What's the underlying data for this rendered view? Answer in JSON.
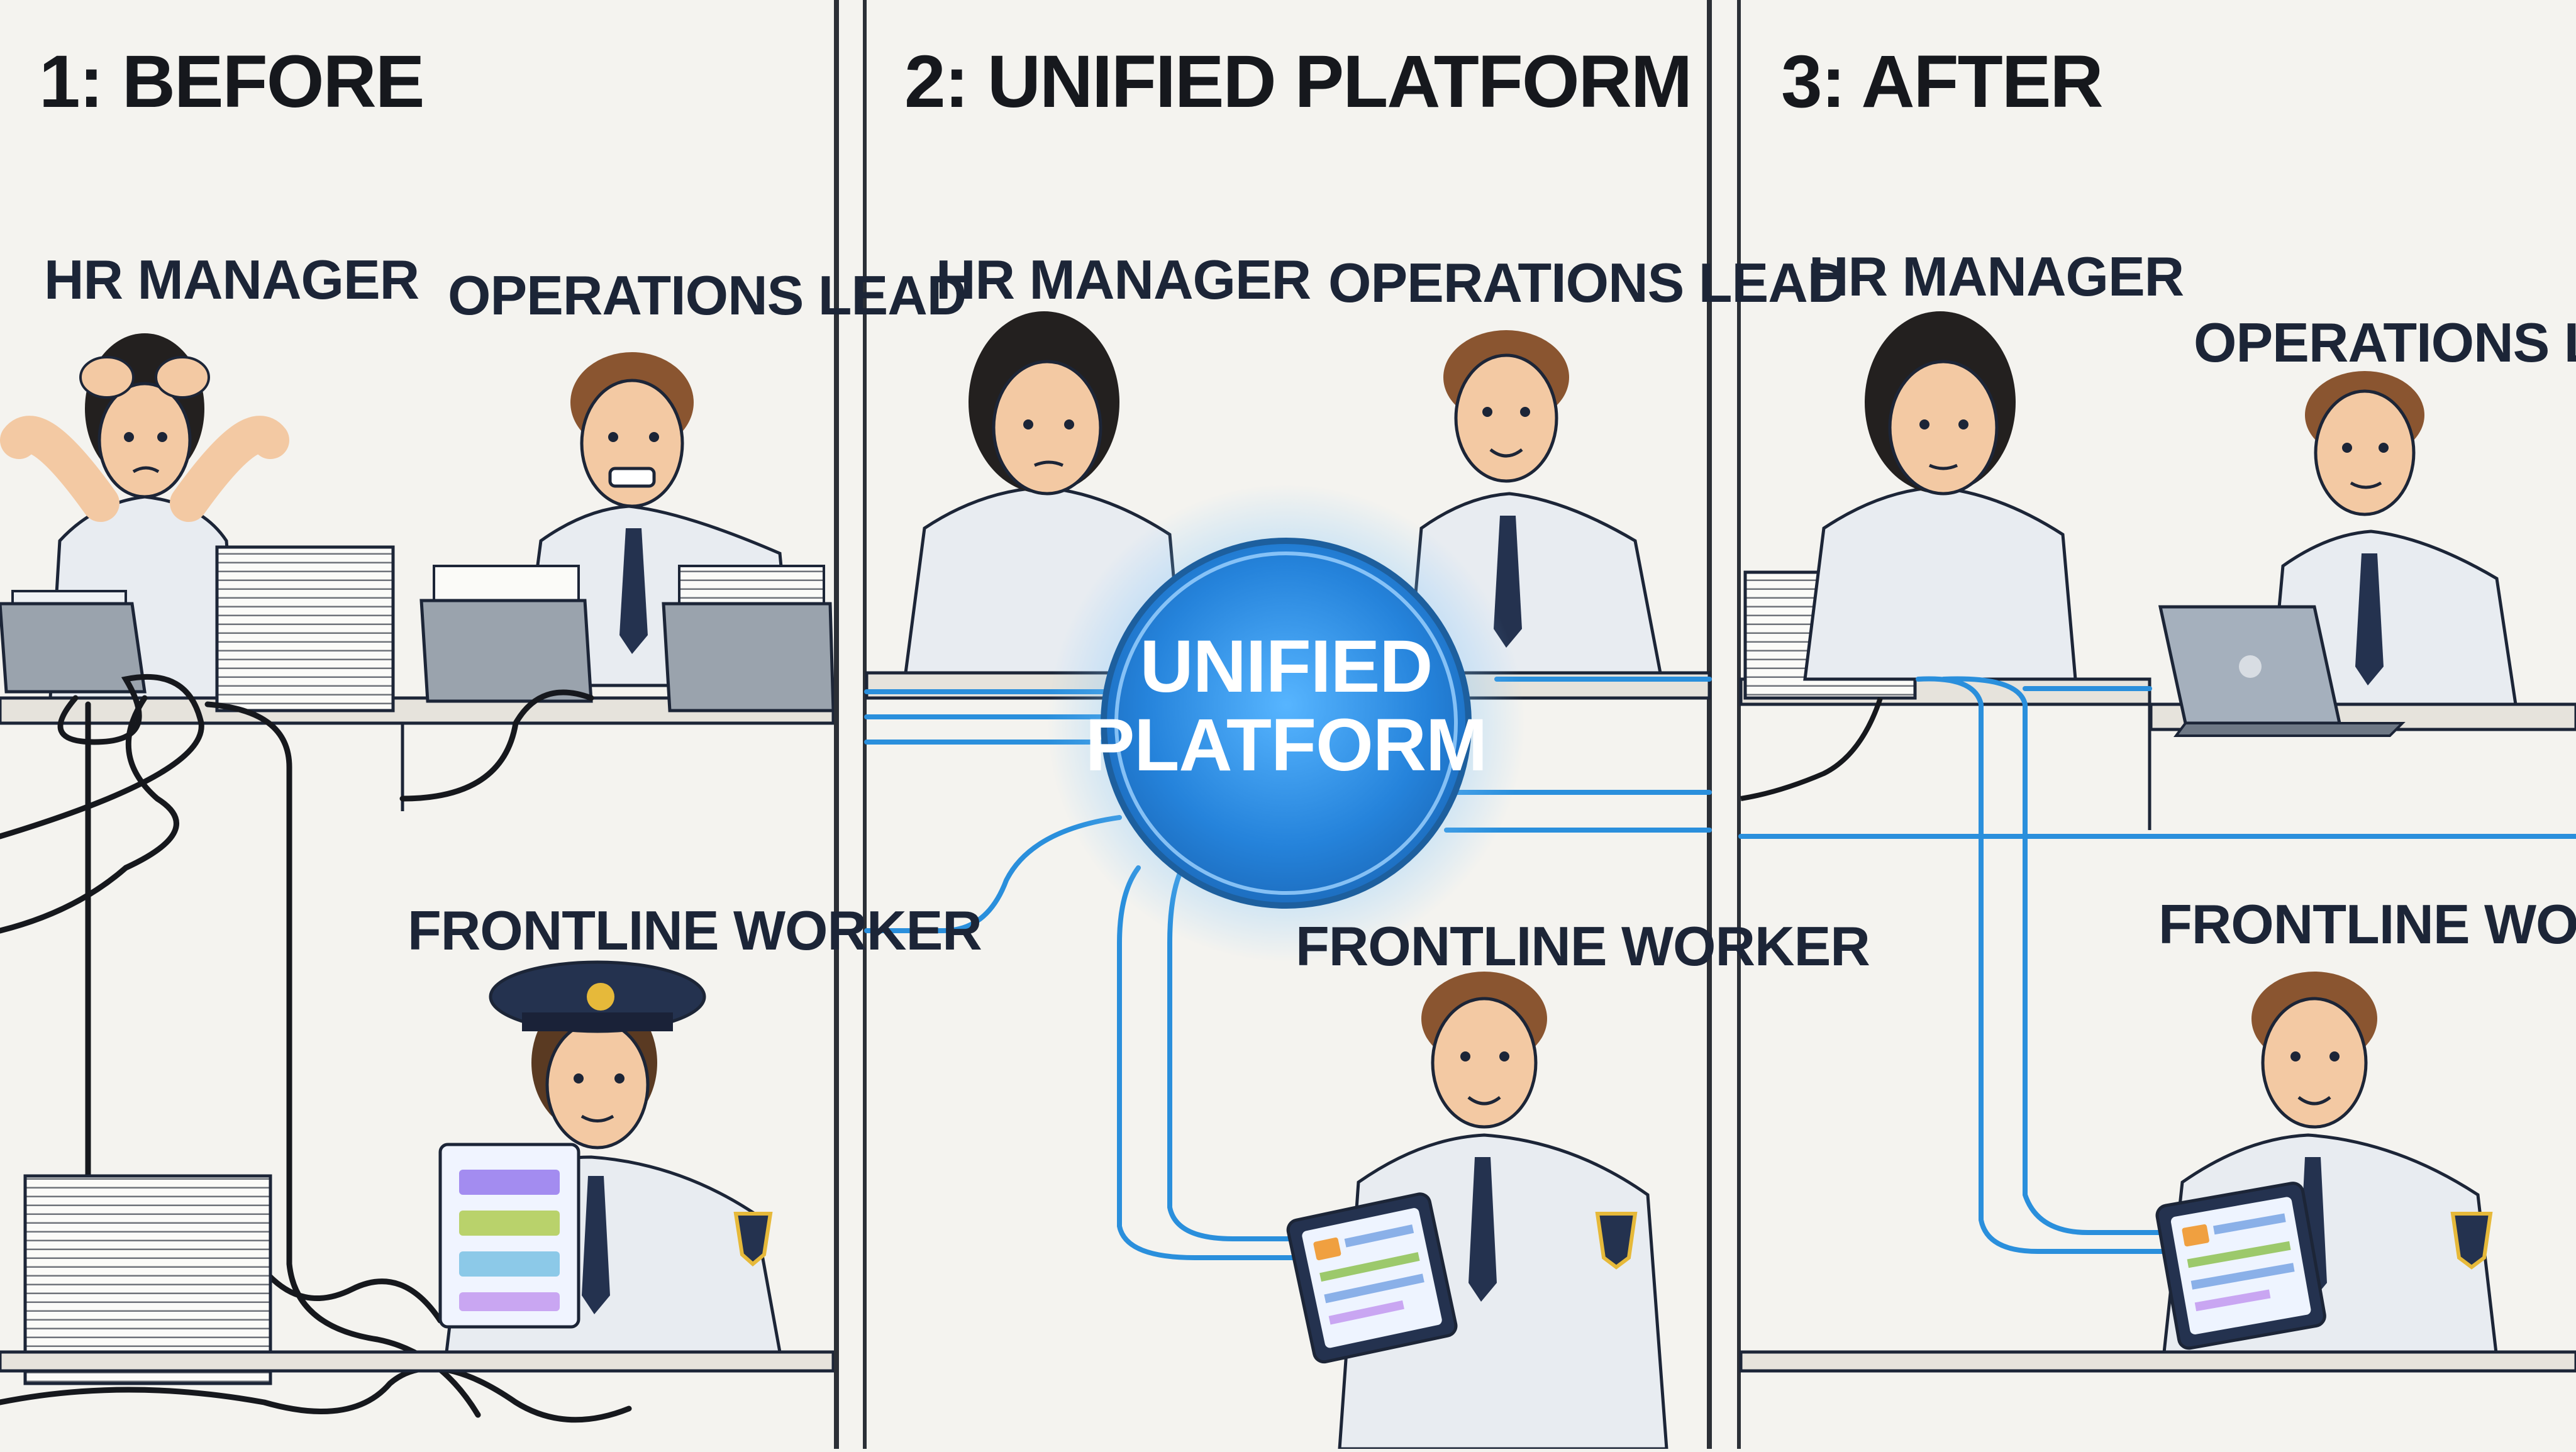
{
  "panels": [
    {
      "title": "1: BEFORE",
      "roles": {
        "hr": "HR MANAGER",
        "ops": "OPERATIONS LEAD",
        "frontline": "FRONTLINE WORKER"
      }
    },
    {
      "title": "2: UNIFIED PLATFORM",
      "roles": {
        "hr": "HR MANAGER",
        "ops": "OPERATIONS LEAD",
        "frontline": "FRONTLINE WORKER"
      },
      "hub": {
        "line1": "UNIFIED",
        "line2": "PLATFORM"
      }
    },
    {
      "title": "3: AFTER",
      "roles": {
        "hr": "HR MANAGER",
        "ops": "OPERATIONS LEAD",
        "frontline": "FRONTLINE WORKER"
      }
    }
  ],
  "colors": {
    "background": "#f4f3ef",
    "ink": "#1c2537",
    "cable_black": "#16181d",
    "cable_blue": "#2a8fdc",
    "hub_blue": "#2f8fe0",
    "uniform_navy": "#24324f",
    "shirt_light": "#e8ecf1",
    "desk": "#e6e3dc",
    "skin": "#f3c9a3",
    "hair_dark": "#23201f",
    "hair_brown": "#8a5530",
    "tray_grey": "#9aa3ad"
  },
  "icons": [
    "paper-stack-icon",
    "inbox-tray-icon",
    "tablet-icon",
    "laptop-icon",
    "police-cap-icon",
    "badge-icon",
    "tangled-cable-icon"
  ]
}
